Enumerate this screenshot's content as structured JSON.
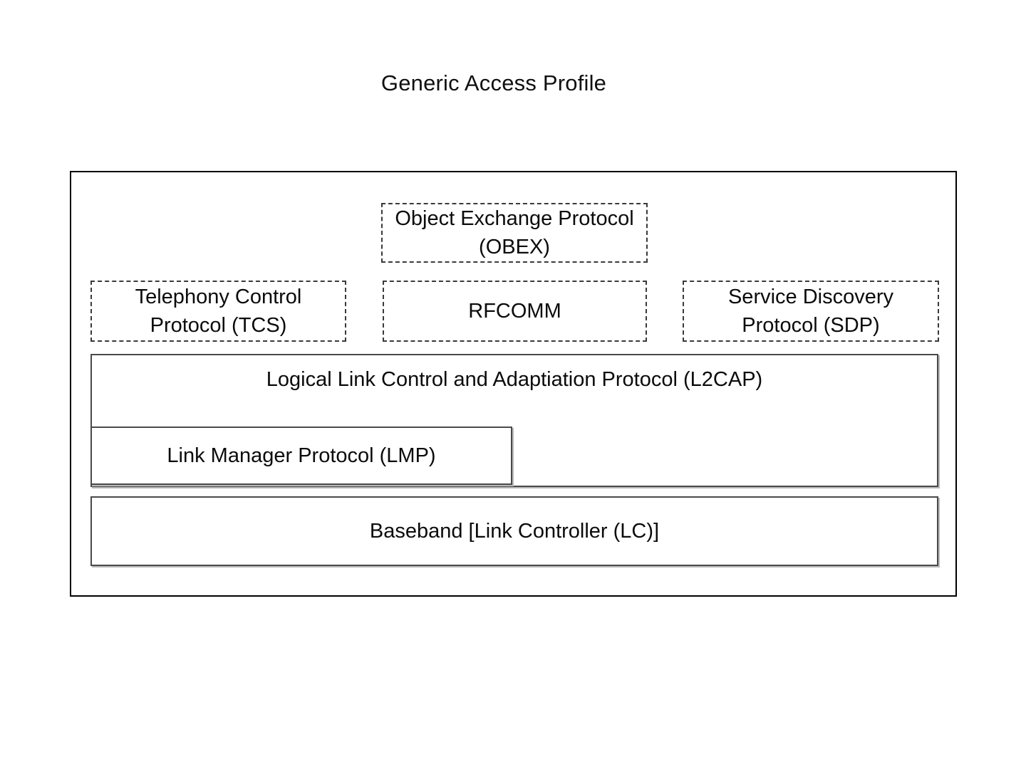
{
  "title": "Generic Access Profile",
  "colors": {
    "background": "#ffffff",
    "ink": "#0b0b0b",
    "outer_frame_border": "#000000",
    "inner_box_border": "#4a4a4a"
  },
  "diagram": {
    "layers": {
      "obex": {
        "label": "Object Exchange Protocol (OBEX)",
        "border_style": "dashed"
      },
      "tcs": {
        "label": "Telephony Control Protocol (TCS)",
        "border_style": "dashed"
      },
      "rfcomm": {
        "label": "RFCOMM",
        "border_style": "dashed"
      },
      "sdp": {
        "label": "Service Discovery Protocol (SDP)",
        "border_style": "dashed"
      },
      "l2cap": {
        "label": "Logical Link Control and Adaptiation Protocol (L2CAP)",
        "border_style": "solid"
      },
      "lmp": {
        "label": "Link Manager Protocol (LMP)",
        "border_style": "solid"
      },
      "baseband": {
        "label": "Baseband [Link Controller (LC)]",
        "border_style": "solid"
      }
    }
  }
}
